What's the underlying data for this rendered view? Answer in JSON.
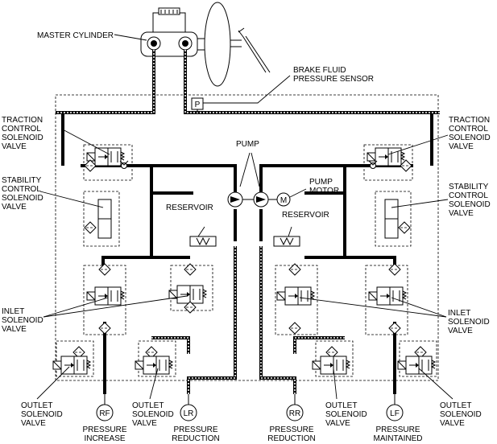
{
  "labels": {
    "master_cylinder": "MASTER CYLINDER",
    "brake_fluid_sensor_1": "BRAKE FLUID",
    "brake_fluid_sensor_2": "PRESSURE SENSOR",
    "traction_1": "TRACTION",
    "traction_2": "CONTROL",
    "traction_3": "SOLENOID",
    "traction_4": "VALVE",
    "stability_1": "STABILITY",
    "stability_2": "CONTROL",
    "stability_3": "SOLENOID",
    "stability_4": "VALVE",
    "pump": "PUMP",
    "pump_motor_1": "PUMP",
    "pump_motor_2": "MOTOR",
    "reservoir": "RESERVOIR",
    "inlet_1": "INLET",
    "inlet_2": "SOLENOID",
    "inlet_3": "VALVE",
    "outlet_1": "OUTLET",
    "outlet_2": "SOLENOID",
    "outlet_3": "VALVE",
    "sensor_symbol": "P",
    "motor_symbol": "M"
  },
  "wheels": [
    {
      "code": "RF",
      "status_1": "PRESSURE",
      "status_2": "INCREASE"
    },
    {
      "code": "LR",
      "status_1": "PRESSURE",
      "status_2": "REDUCTION"
    },
    {
      "code": "RR",
      "status_1": "PRESSURE",
      "status_2": "REDUCTION"
    },
    {
      "code": "LF",
      "status_1": "PRESSURE",
      "status_2": "MAINTAINED"
    }
  ]
}
